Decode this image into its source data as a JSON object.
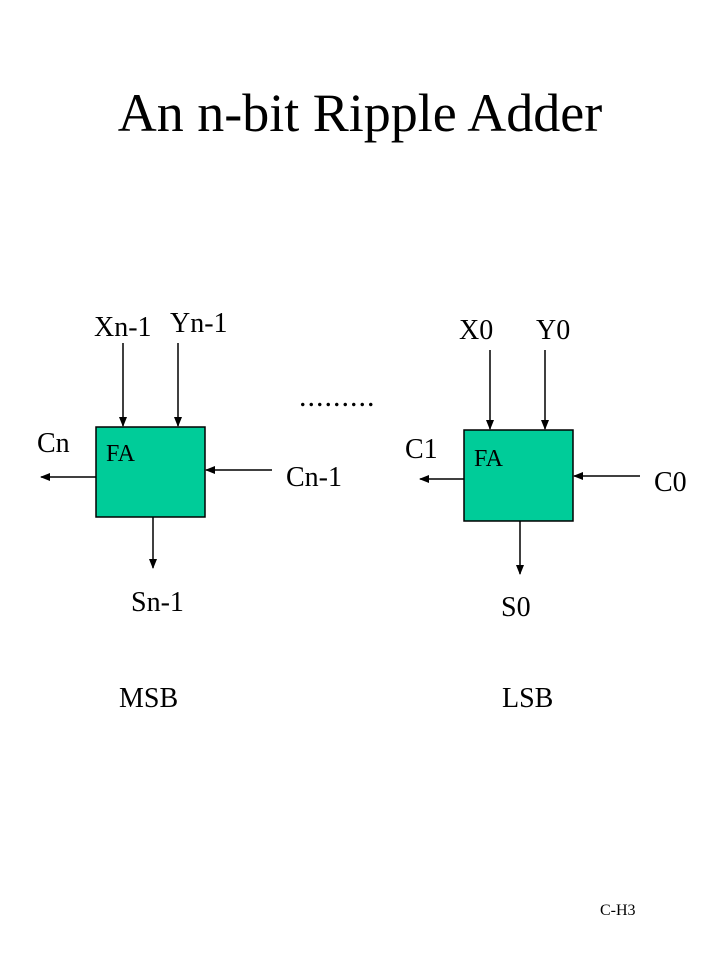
{
  "title": "An n-bit Ripple Adder",
  "ellipsis": ".........",
  "msb_adder": {
    "block_label": "FA",
    "input_x": "Xn-1",
    "input_y": "Yn-1",
    "carry_in": "Cn-1",
    "carry_out": "Cn",
    "sum": "Sn-1",
    "position_label": "MSB",
    "fill_color": "#00cc99"
  },
  "lsb_adder": {
    "block_label": "FA",
    "input_x": "X0",
    "input_y": "Y0",
    "carry_in": "C0",
    "carry_out": "C1",
    "sum": "S0",
    "position_label": "LSB",
    "fill_color": "#00cc99"
  },
  "footer": "C-H3"
}
